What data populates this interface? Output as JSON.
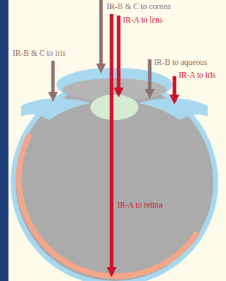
{
  "diagram": {
    "labels": [
      "IR-B & C to cornea",
      "IR-A to lens",
      "IR-B & C to iris",
      "IR-B to aqueous",
      "IR-A to iris",
      "IR-A to retina"
    ]
  }
}
